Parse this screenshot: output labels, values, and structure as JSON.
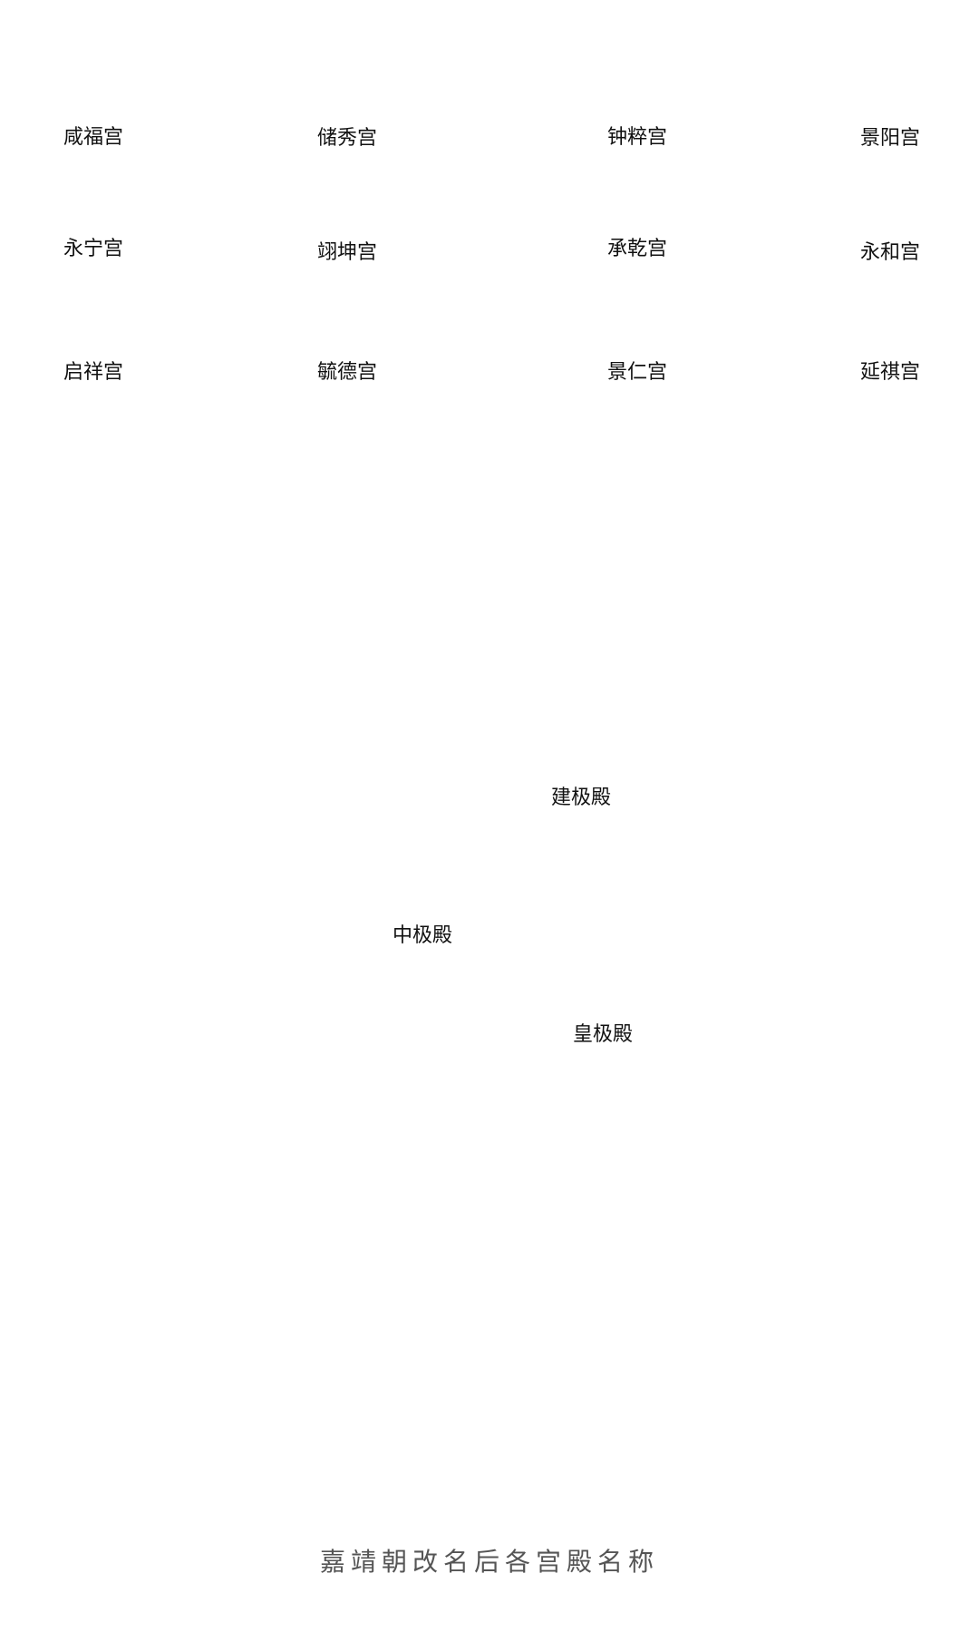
{
  "palaces": [
    [
      "咸福宫",
      "储秀宫",
      "钟粹宫",
      "景阳宫"
    ],
    [
      "永宁宫",
      "翊坤宫",
      "承乾宫",
      "永和宫"
    ],
    [
      "启祥宫",
      "毓德宫",
      "景仁宫",
      "延祺宫"
    ]
  ],
  "halls": {
    "jianji": "建极殿",
    "zhongji": "中极殿",
    "huangji": "皇极殿"
  },
  "caption": "嘉靖朝改名后各宫殿名称"
}
